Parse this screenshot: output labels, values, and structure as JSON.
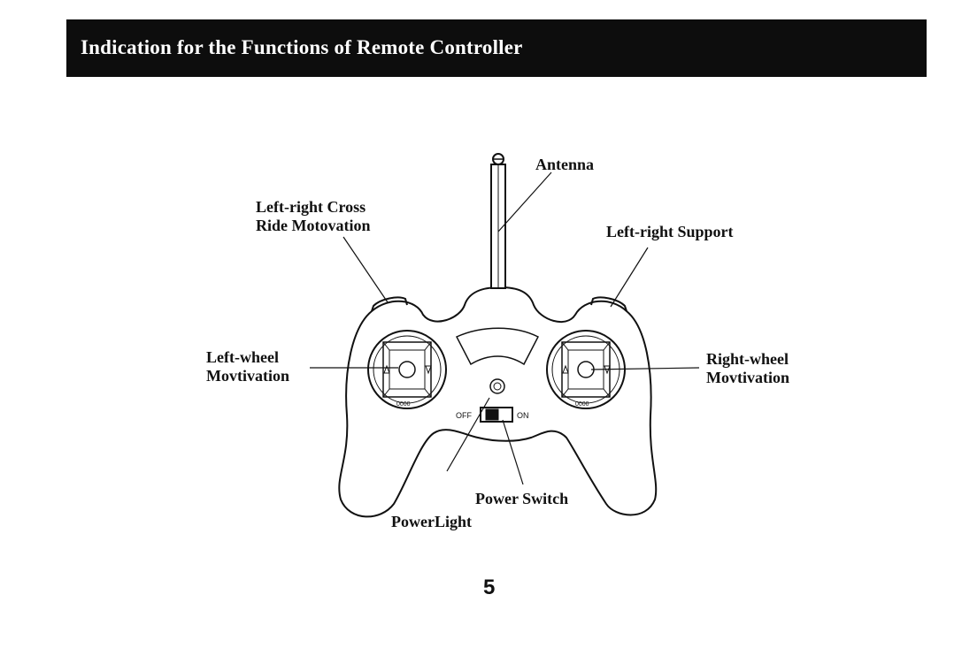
{
  "header": {
    "title": "Indication for the Functions of Remote Controller"
  },
  "labels": {
    "antenna": "Antenna",
    "cross_ride": [
      "Left-right Cross",
      "Ride Motovation"
    ],
    "support": "Left-right Support",
    "left_wheel": [
      "Left-wheel",
      "Movtivation"
    ],
    "right_wheel": [
      "Right-wheel",
      "Movtivation"
    ],
    "power_switch": "Power Switch",
    "power_light": "PowerLight"
  },
  "switch": {
    "off_label": "OFF",
    "on_label": "ON"
  },
  "stick_marks": {
    "left_code": "0000",
    "right_code": "0000"
  },
  "page_number": "5"
}
